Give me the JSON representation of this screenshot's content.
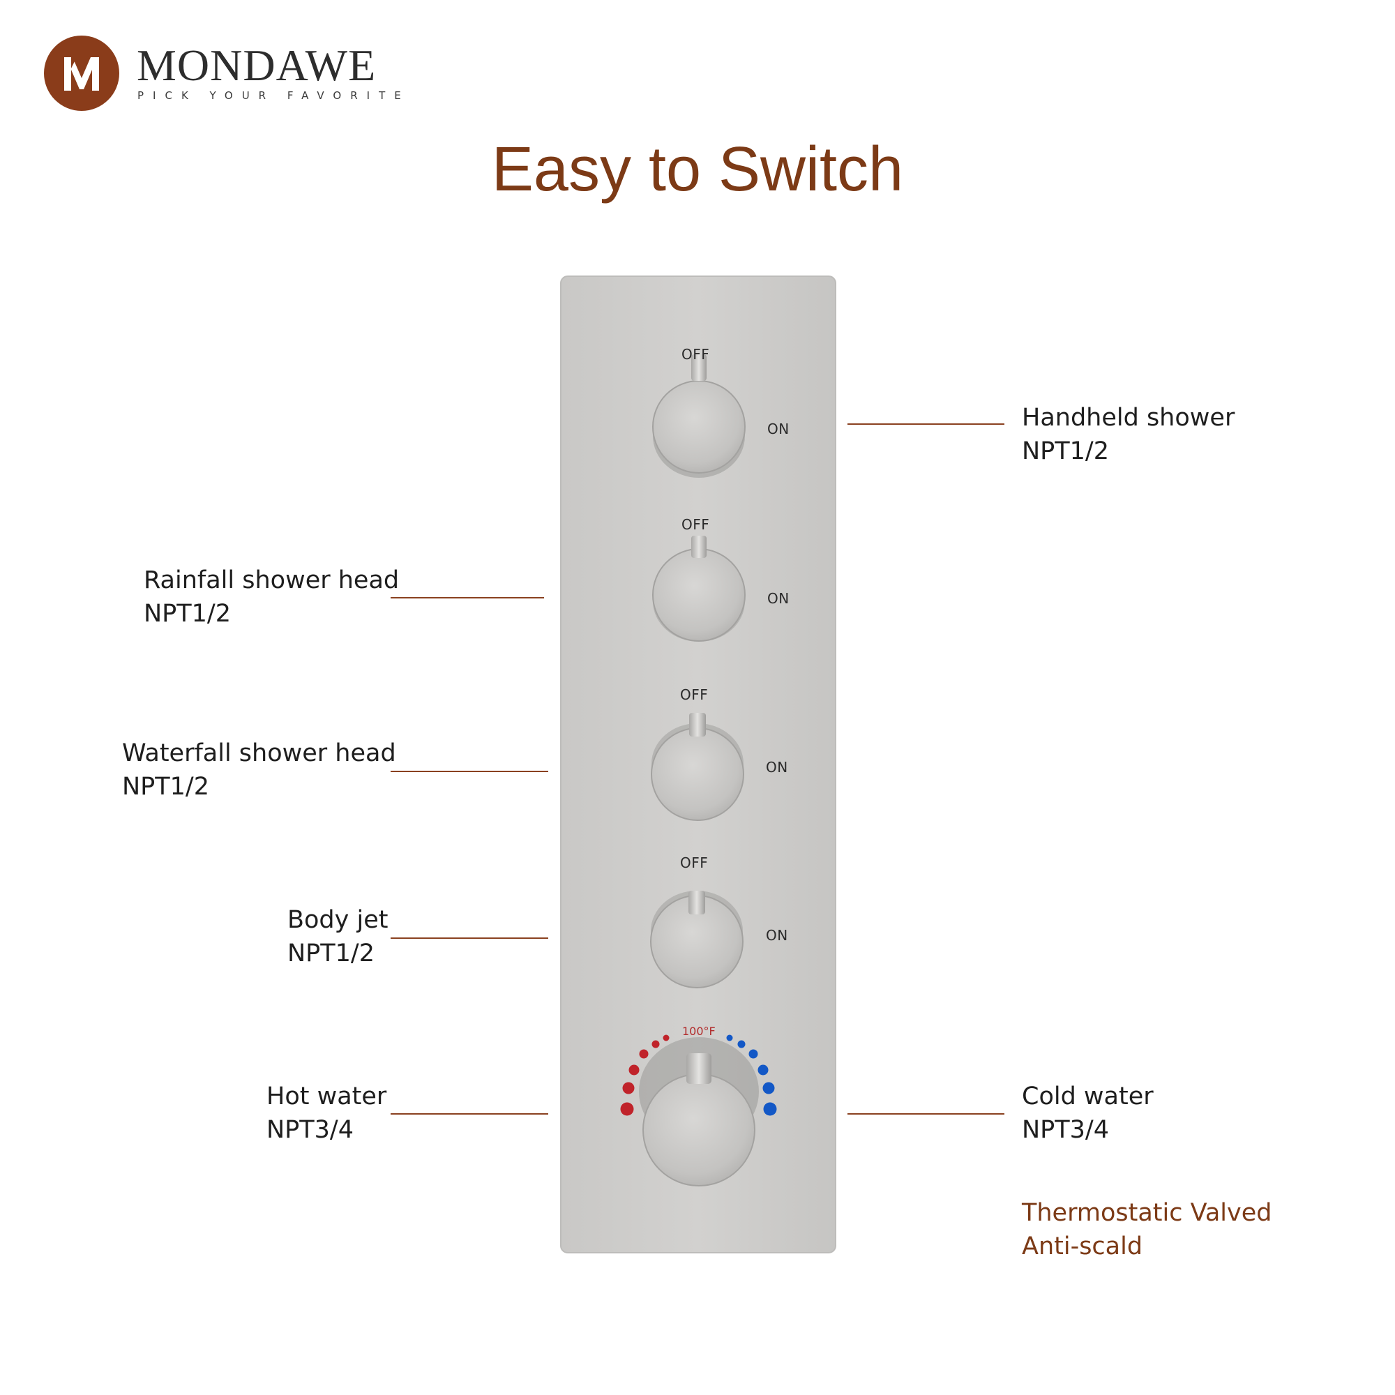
{
  "brand": {
    "name": "MONDAWE",
    "tagline": "PICK YOUR FAVORITE",
    "logo_icon": "letter-m-logo",
    "color": "#8a3c1a"
  },
  "title": "Easy to Switch",
  "valve": {
    "knobs": [
      {
        "off": "OFF",
        "on": "ON"
      },
      {
        "off": "OFF",
        "on": "ON"
      },
      {
        "off": "OFF",
        "on": "ON"
      },
      {
        "off": "OFF",
        "on": "ON"
      }
    ],
    "thermostat_label": "100°F",
    "hot_color": "#c0232a",
    "cold_color": "#1358c6"
  },
  "outlets": {
    "handheld": {
      "name": "Handheld shower",
      "spec": "NPT1/2"
    },
    "rainfall": {
      "name": "Rainfall shower head",
      "spec": "NPT1/2"
    },
    "waterfall": {
      "name": "Waterfall shower head",
      "spec": "NPT1/2"
    },
    "body_jet": {
      "name": "Body jet",
      "spec": "NPT1/2"
    },
    "hot": {
      "name": "Hot water",
      "spec": "NPT3/4"
    },
    "cold": {
      "name": "Cold water",
      "spec": "NPT3/4"
    }
  },
  "feature_note": {
    "line1": "Thermostatic Valved",
    "line2": "Anti-scald"
  },
  "accent_color": "#7c3a16"
}
